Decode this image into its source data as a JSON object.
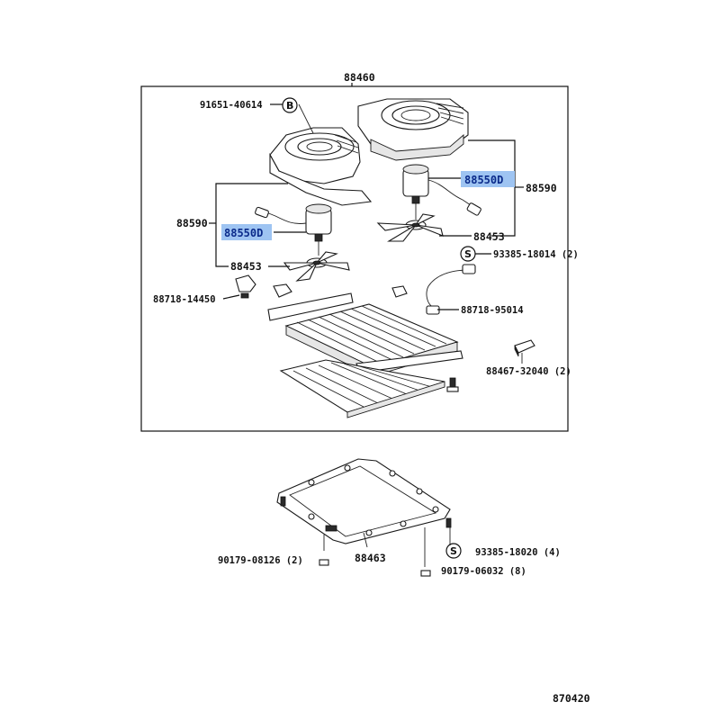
{
  "colors": {
    "highlight": "#9ec4f2",
    "highlight_text": "#0a2a8a",
    "line": "#111111"
  },
  "labels": {
    "top_assembly": "88460",
    "screw_b": "91651-40614",
    "circle_b": "B",
    "motor_right": "88550D",
    "motor_left": "88550D",
    "group_right": "88590",
    "group_left": "88590",
    "fan_right": "88453",
    "fan_left": "88453",
    "circle_s_top": "S",
    "bolt_top": "93385-18014 (2)",
    "clamp_left": "88718-14450",
    "clamp_right": "88718-95014",
    "bracket": "88467-32040 (2)",
    "frame": "88463",
    "nut_left": "90179-08126 (2)",
    "circle_s_bottom": "S",
    "bolt_bottom": "93385-18020 (4)",
    "nut_bottom": "90179-06032 (8)",
    "figure_code": "870420"
  }
}
